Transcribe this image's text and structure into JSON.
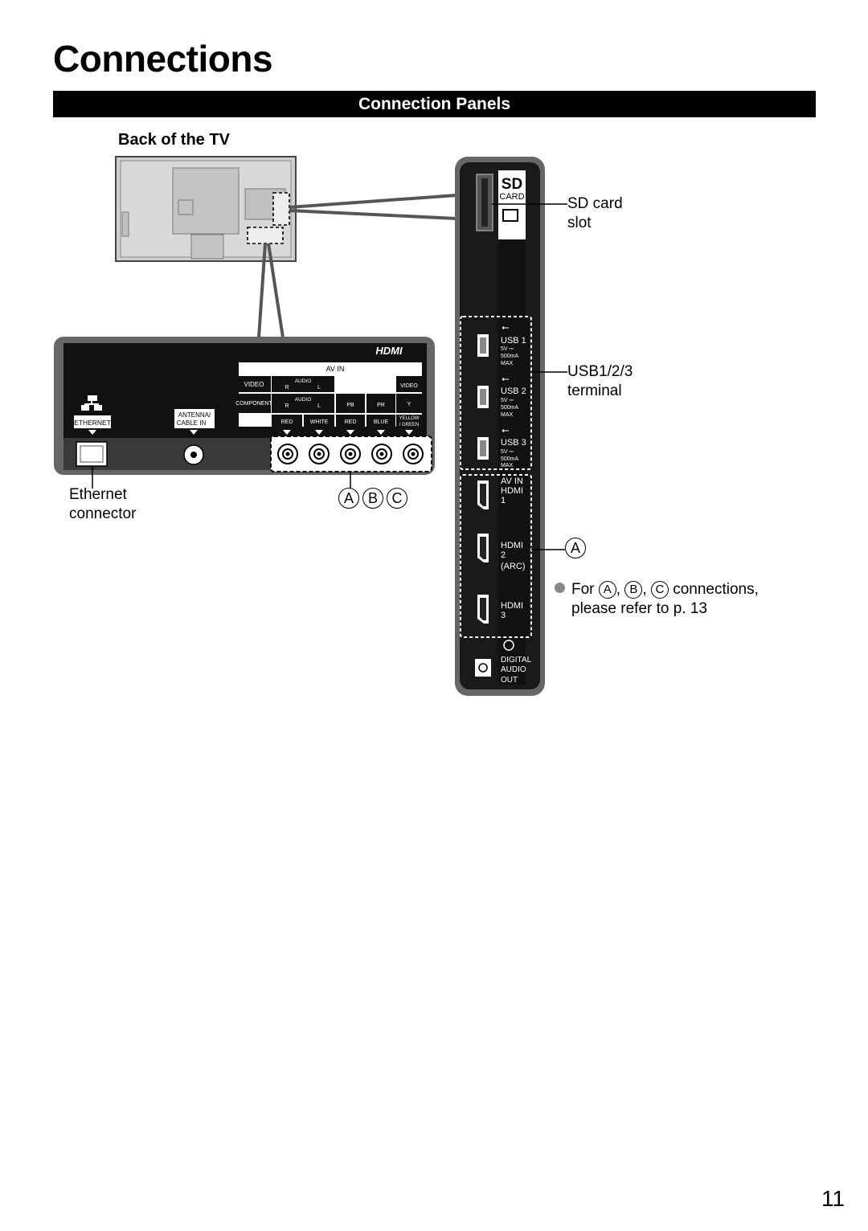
{
  "page": {
    "title": "Connections",
    "section_banner": "Connection Panels",
    "subhead": "Back of the TV",
    "page_number": "11"
  },
  "callouts": {
    "sd_card_slot": "SD card slot",
    "sd_line1": "SD card",
    "sd_line2": "slot",
    "usb_line1": "USB1/2/3",
    "usb_line2": "terminal",
    "ethernet_line1": "Ethernet",
    "ethernet_line2": "connector",
    "abc_a": "A",
    "abc_b": "B",
    "abc_c": "C",
    "hdmi_marker": "A"
  },
  "note": {
    "prefix": "For",
    "a": "A",
    "b": "B",
    "c": "C",
    "suffix": "connections,",
    "line2": "please refer to p. 13"
  },
  "bottom_panel": {
    "hdmi_logo": "HDMI",
    "av_in": "AV IN",
    "video_left": "VIDEO",
    "component": "COMPONENT",
    "audio_top": "AUDIO",
    "audio_bottom": "AUDIO",
    "r_top": "R",
    "l_top": "L",
    "r_bottom": "R",
    "l_bottom": "L",
    "video_right": "VIDEO",
    "pb": "PB",
    "pr": "PR",
    "y": "Y",
    "red1": "RED",
    "white": "WHITE",
    "red2": "RED",
    "blue": "BLUE",
    "yellow_green_1": "YELLOW",
    "yellow_green_2": "/ GREEN",
    "ethernet": "ETHERNET",
    "antenna_1": "ANTENNA/",
    "antenna_2": "CABLE IN"
  },
  "side_panel": {
    "sd_1": "SD",
    "sd_2": "CARD",
    "usb1": "USB 1",
    "usb2": "USB 2",
    "usb3": "USB 3",
    "usb_spec_1": "5V ⎓",
    "usb_spec_2": "500mA",
    "usb_spec_3": "MAX",
    "av_in": "AV IN",
    "hdmi1_a": "HDMI",
    "hdmi1_b": "1",
    "hdmi2_a": "HDMI",
    "hdmi2_b": "2",
    "hdmi2_c": "(ARC)",
    "hdmi3_a": "HDMI",
    "hdmi3_b": "3",
    "digital_1": "DIGITAL",
    "digital_2": "AUDIO",
    "digital_3": "OUT"
  }
}
